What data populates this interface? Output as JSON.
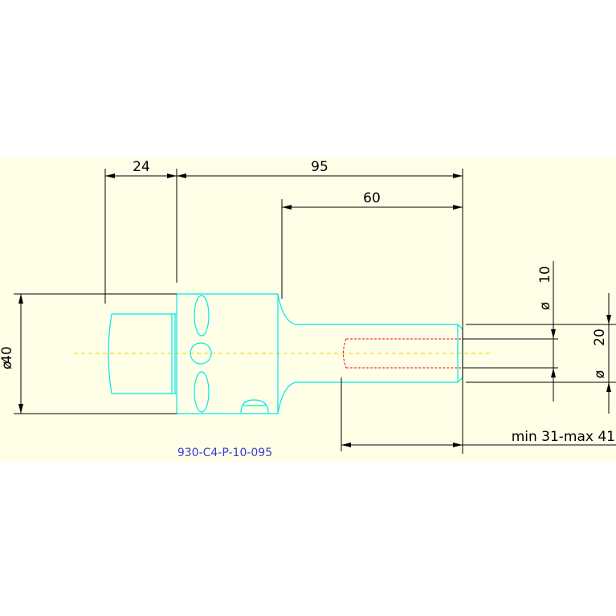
{
  "drawing": {
    "part_number": "930-C4-P-10-095",
    "dimensions": {
      "flange_length": "24",
      "overall_length": "95",
      "shank_length": "60",
      "outer_diameter": "40",
      "bore_diameter": "10",
      "clamp_diameter": "20",
      "diameter_symbol": "ø",
      "clamping_depth": "min 31-max 41"
    },
    "colors": {
      "background": "#ffffe8",
      "outline": "#00e5e8",
      "dimension": "#000000",
      "bore_hidden": "#ff0000",
      "centerline": "#f0d000",
      "part_label": "#3b3bd9"
    }
  }
}
